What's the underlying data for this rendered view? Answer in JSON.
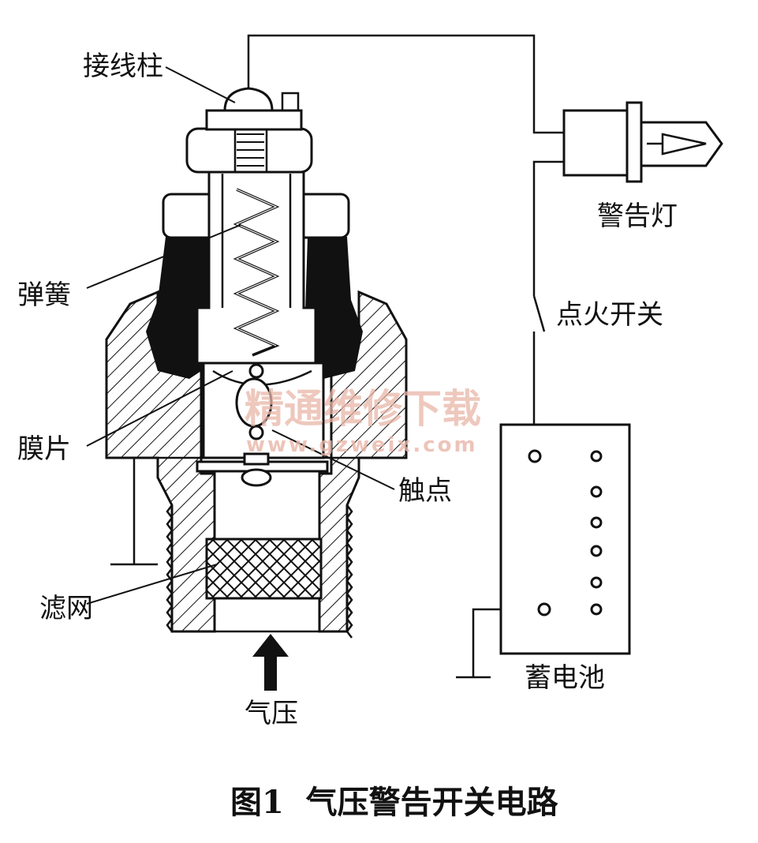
{
  "labels": {
    "terminal": "接线柱",
    "spring": "弹簧",
    "diaphragm": "膜片",
    "filter": "滤网",
    "contact": "触点",
    "air_pressure": "气压",
    "warning_lamp": "警告灯",
    "ignition_switch": "点火开关",
    "battery": "蓄电池"
  },
  "caption": "图1  气压警告开关电路",
  "watermark": {
    "title": "精通维修下载",
    "url": "www.gzweix.com"
  },
  "colors": {
    "ink": "#111111",
    "watermark": "#e9b6a8"
  }
}
